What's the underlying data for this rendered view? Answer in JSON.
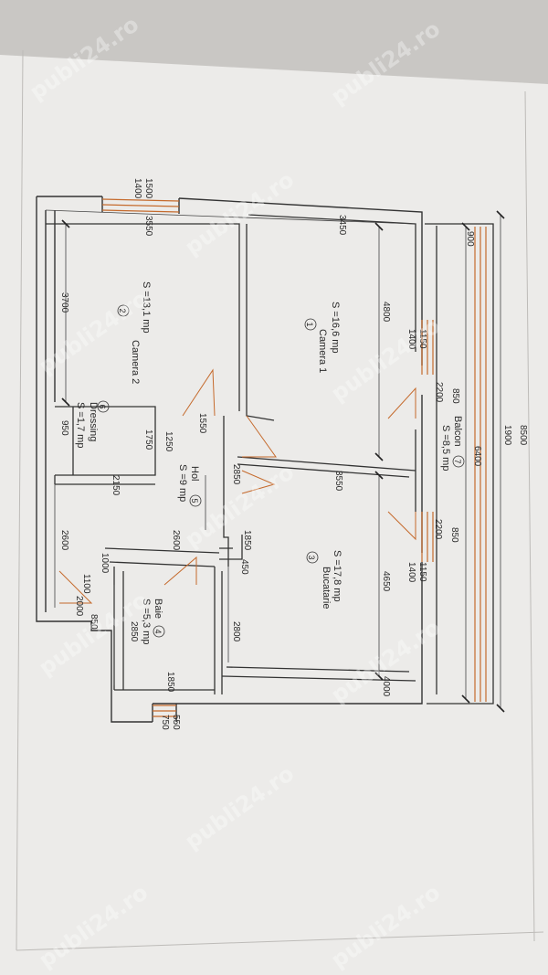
{
  "watermark": "publi24.ro",
  "rooms": [
    {
      "id": "camera-2",
      "num": "2",
      "name": "Camera 2",
      "area": "S =13,1 mp"
    },
    {
      "id": "camera-1",
      "num": "1",
      "name": "Camera 1",
      "area": "S =16,6 mp"
    },
    {
      "id": "balcon",
      "num": "7",
      "name": "Balcon",
      "area": "S =8,5 mp"
    },
    {
      "id": "dressing",
      "num": "6",
      "name": "Dressing",
      "area": "S =1,7 mp"
    },
    {
      "id": "hol",
      "num": "5",
      "name": "Hol",
      "area": "S =9 mp"
    },
    {
      "id": "bucatarie",
      "num": "3",
      "name": "Bucatarie",
      "area": "S =17,8 mp"
    },
    {
      "id": "baie",
      "num": "4",
      "name": "Baie",
      "area": "S =5,3 mp"
    }
  ],
  "dimensions": {
    "top_1500": "1500",
    "top_1400": "1400",
    "c2_3550": "3550",
    "c2_3700": "3700",
    "c1_3450": "3450",
    "c1_4800": "4800",
    "win1_1150": "1150",
    "win1_1400": "1400",
    "bal_8500": "8500",
    "bal_1900": "1900",
    "bal_6400": "6400",
    "bal_900": "900",
    "door_850a": "850",
    "door_2200a": "2200",
    "door_850b": "850",
    "door_2200b": "2200",
    "dr_950": "950",
    "dr_1750": "1750",
    "hol_1550": "1550",
    "hol_1250": "1250",
    "hol_2150": "2150",
    "hol_2850": "2850",
    "buc_3550": "3550",
    "buc_4650": "4650",
    "buc_1150": "1150",
    "buc_1400": "1400",
    "buc_4000": "4000",
    "left_2600": "2600",
    "hol_2600": "2600",
    "hol_1850": "1850",
    "hol_450": "450",
    "b_1000": "1000",
    "b_1100": "1100",
    "b_2000": "2000",
    "b_850": "850",
    "b_2850": "2850",
    "b_1850": "1850",
    "b_2800": "2800",
    "b_550": "550",
    "b_750": "750"
  }
}
